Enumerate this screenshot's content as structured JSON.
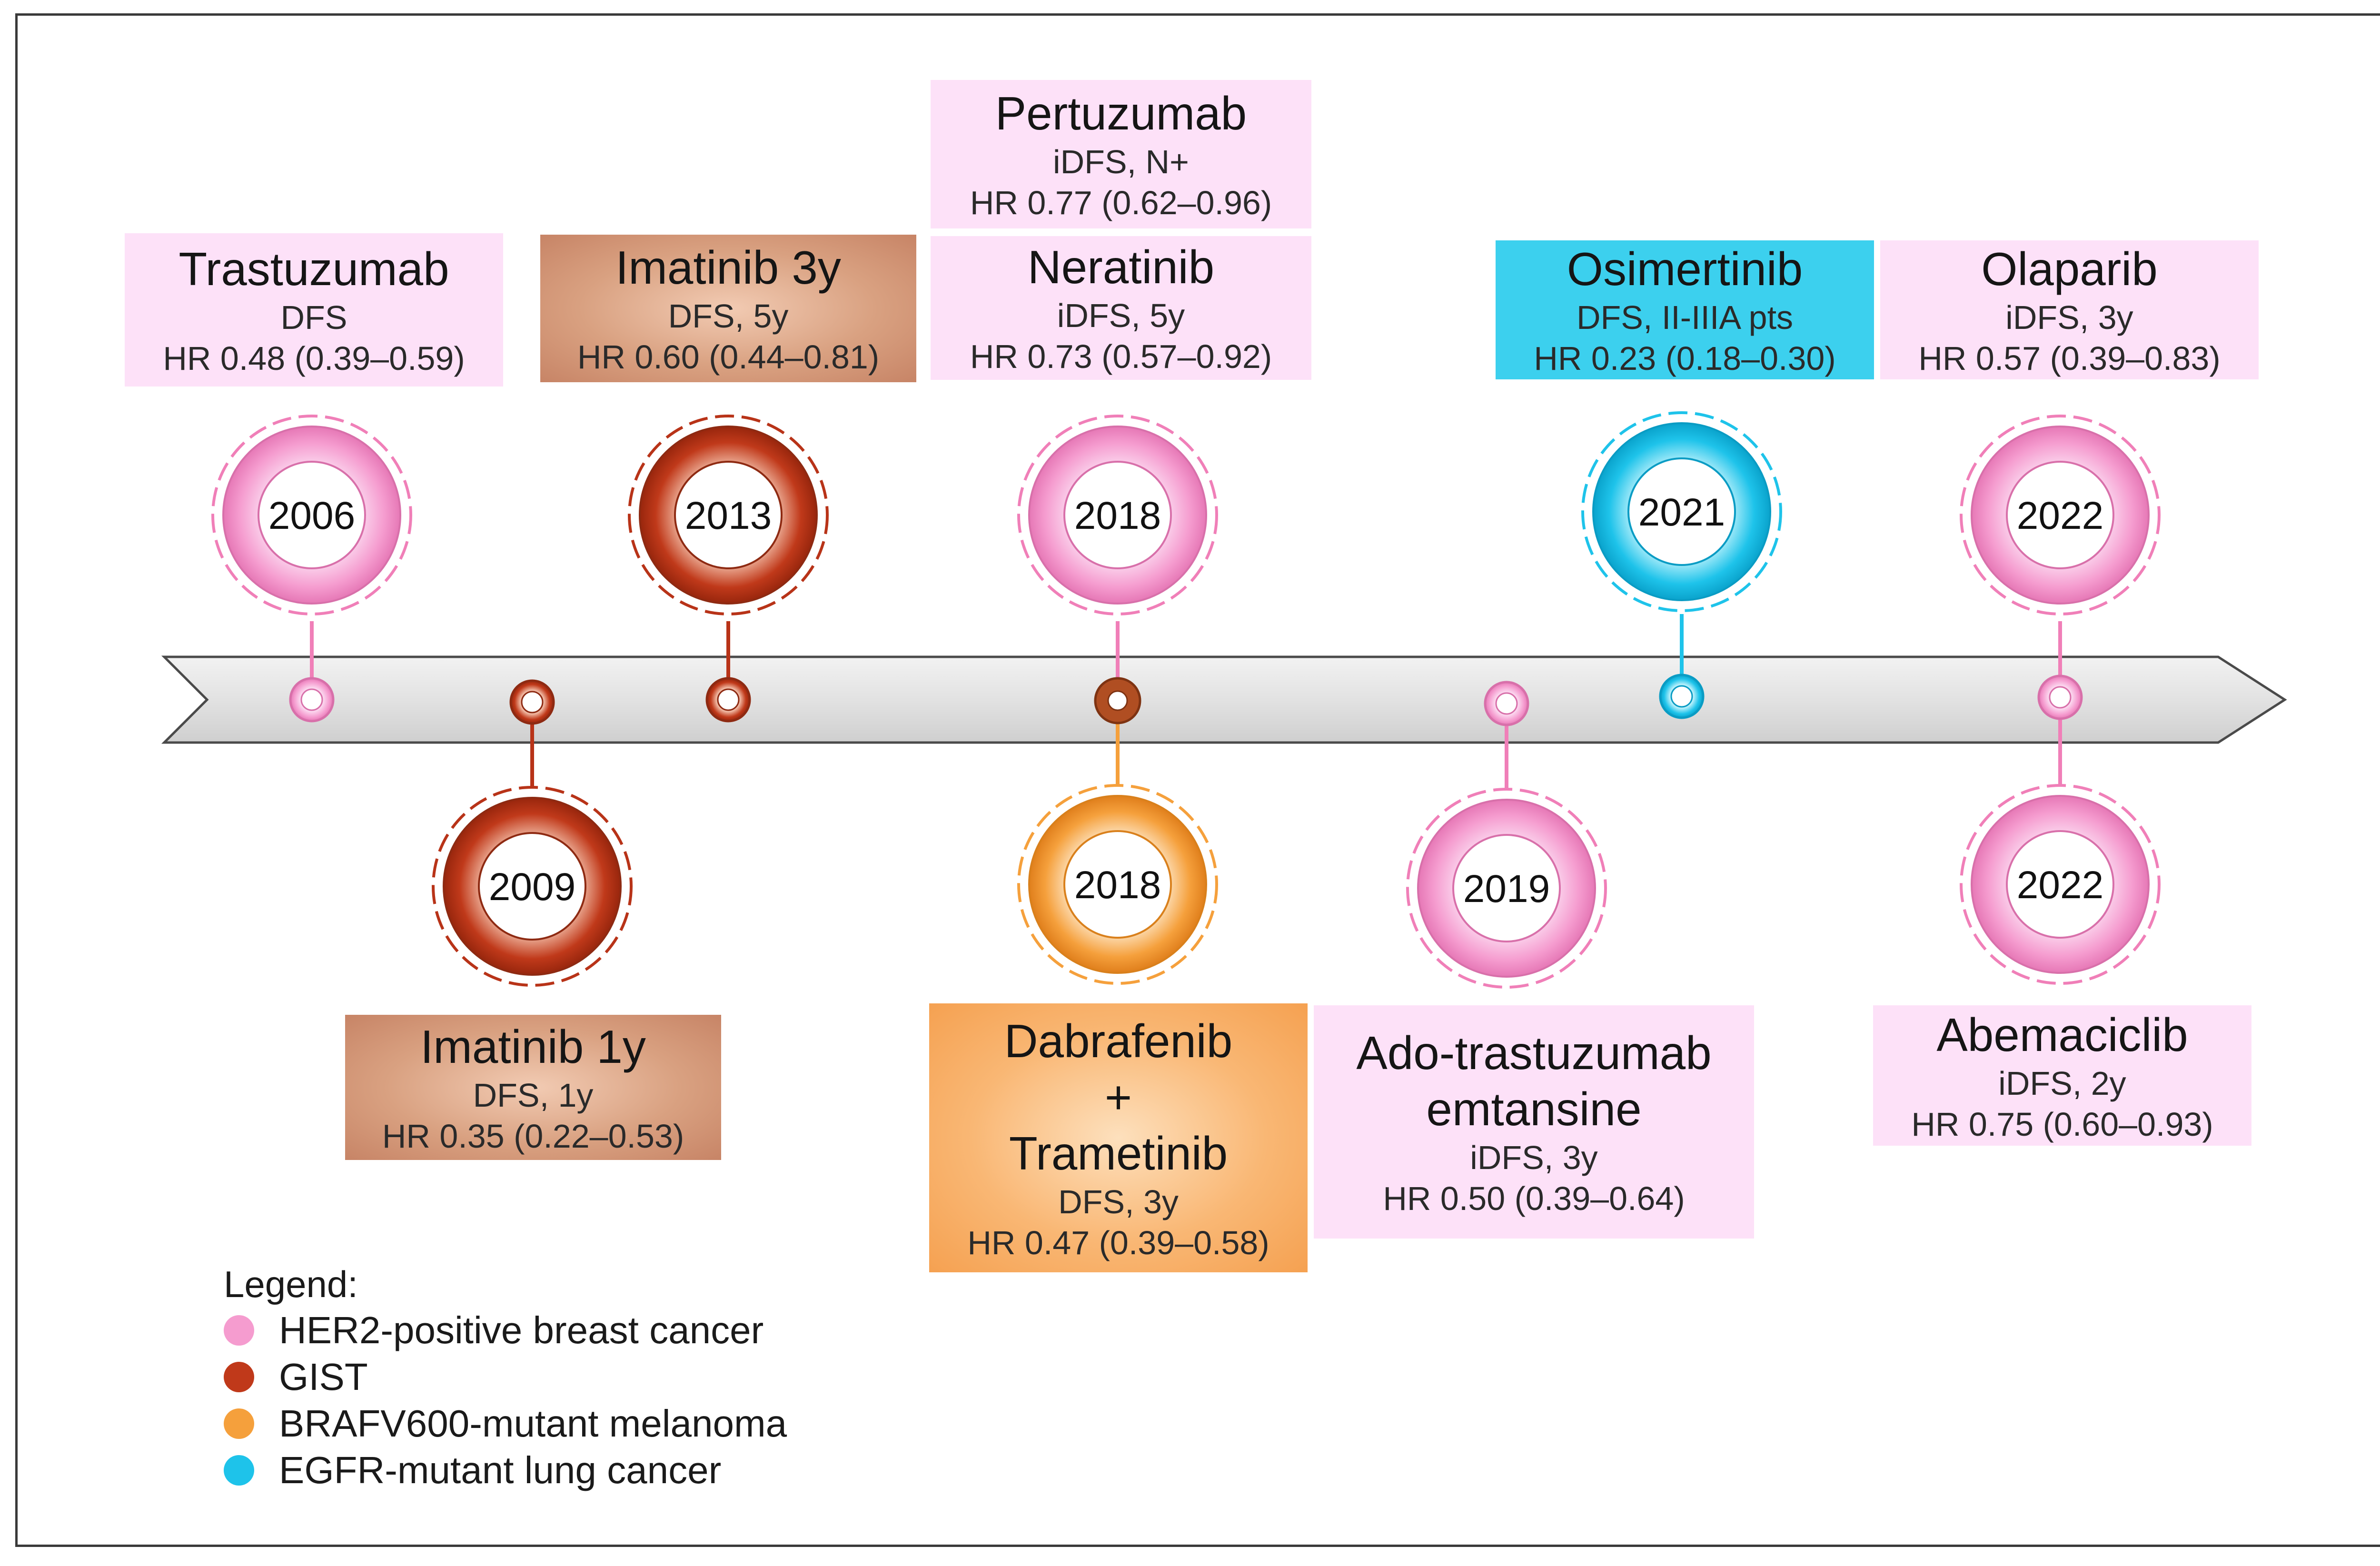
{
  "years": {
    "trastuzumab": "2006",
    "imatinib_1y": "2009",
    "imatinib_3y": "2013",
    "neratinib_pertuzumab": "2018",
    "dabrafenib_trametinib": "2018",
    "ado_trastuzumab": "2019",
    "osimertinib": "2021",
    "olaparib": "2022",
    "abemaciclib": "2022"
  },
  "cards": {
    "trastuzumab": {
      "title": "Trastuzumab",
      "line1": "DFS",
      "line2": "HR 0.48 (0.39–0.59)"
    },
    "imatinib_3y": {
      "title": "Imatinib 3y",
      "line1": "DFS, 5y",
      "line2": "HR 0.60 (0.44–0.81)"
    },
    "pertuzumab": {
      "title": "Pertuzumab",
      "line1": "iDFS, N+",
      "line2": "HR 0.77 (0.62–0.96)"
    },
    "neratinib": {
      "title": "Neratinib",
      "line1": "iDFS, 5y",
      "line2": "HR 0.73 (0.57–0.92)"
    },
    "osimertinib": {
      "title": "Osimertinib",
      "line1": "DFS, II-IIIA pts",
      "line2": "HR 0.23 (0.18–0.30)"
    },
    "olaparib": {
      "title": "Olaparib",
      "line1": "iDFS, 3y",
      "line2": "HR 0.57 (0.39–0.83)"
    },
    "imatinib_1y": {
      "title": "Imatinib 1y",
      "line1": "DFS, 1y",
      "line2": "HR 0.35 (0.22–0.53)"
    },
    "dabrafenib": {
      "title1": "Dabrafenib",
      "plus": "+",
      "title2": "Trametinib",
      "line1": "DFS, 3y",
      "line2": "HR 0.47 (0.39–0.58)"
    },
    "ado_trastuzumab": {
      "title1": "Ado-trastuzumab",
      "title2": "emtansine",
      "line1": "iDFS, 3y",
      "line2": "HR 0.50 (0.39–0.64)"
    },
    "abemaciclib": {
      "title": "Abemaciclib",
      "line1": "iDFS, 2y",
      "line2": "HR 0.75 (0.60–0.93)"
    }
  },
  "legend": {
    "title": "Legend:",
    "items": [
      {
        "label": "HER2-positive breast cancer",
        "color": "#f59ccf"
      },
      {
        "label": "GIST",
        "color": "#c0391a"
      },
      {
        "label": "BRAFV600-mutant melanoma",
        "color": "#f5a03c"
      },
      {
        "label": "EGFR-mutant lung cancer",
        "color": "#1ec3ea"
      }
    ]
  },
  "colors": {
    "her2": "#f59ccf",
    "gist": "#c0391a",
    "melanoma": "#f5a03c",
    "lung": "#1ec3ea",
    "arrow_fill": "#e6e6e6"
  }
}
